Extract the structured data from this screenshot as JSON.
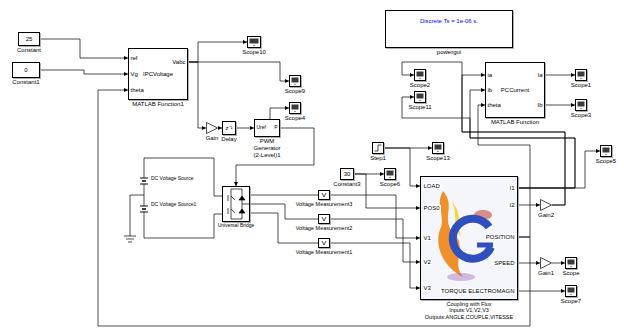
{
  "diagram": {
    "nodes": [
      {
        "text": [
          "25",
          "Constant"
        ]
      },
      {
        "text": [
          "0",
          "Constant1"
        ]
      },
      {
        "text": [
          "ref",
          "Vg",
          "theta",
          "Vabc",
          "IPCVoltage",
          "MATLAB Function1"
        ]
      },
      {
        "text": [
          "Scope10"
        ]
      },
      {
        "text": [
          "Scope9"
        ]
      },
      {
        "text": [
          "Gain"
        ]
      },
      {
        "text": [
          "z⁻¹",
          "Delay"
        ]
      },
      {
        "text": [
          "Uref",
          "P",
          "PWM Generator (2-Level)1"
        ]
      },
      {
        "text": [
          "Scope4"
        ]
      },
      {
        "text": [
          "DC Voltage Source"
        ]
      },
      {
        "text": [
          "DC Voltage Source1"
        ]
      },
      {
        "text": [
          "Universal Bridge"
        ]
      },
      {
        "text": [
          "Voltage Measurement3"
        ]
      },
      {
        "text": [
          "Voltage Measurement2"
        ]
      },
      {
        "text": [
          "Voltage Measurement1"
        ]
      },
      {
        "text": [
          "Discrete Ts = 1e-06 s.",
          "powergui"
        ]
      },
      {
        "text": [
          "ia",
          "ib",
          "theta",
          "Ia",
          "Ib",
          "PCCurrent",
          "MATLAB Function"
        ]
      },
      {
        "text": [
          "Scope2"
        ]
      },
      {
        "text": [
          "Scope11"
        ]
      },
      {
        "text": [
          "Scope1"
        ]
      },
      {
        "text": [
          "Scope3"
        ]
      },
      {
        "text": [
          "Step1"
        ]
      },
      {
        "text": [
          "Scope13"
        ]
      },
      {
        "text": [
          "30",
          "Constant3"
        ]
      },
      {
        "text": [
          "Scope6"
        ]
      },
      {
        "text": [
          "LOAD",
          "POS0",
          "V1",
          "V2",
          "V3",
          "I1",
          "I2",
          "POSITION",
          "SPEED",
          "TORQUE ELECTROMAGN",
          "Coupling with Flux",
          "Inputs:V1,V2,V3",
          "Outputs:ANGLE,COUPLE,VITESSE"
        ]
      },
      {
        "text": [
          "Gain2"
        ]
      },
      {
        "text": [
          "Gain1"
        ]
      },
      {
        "text": [
          "Scope5"
        ]
      },
      {
        "text": [
          "Scope"
        ]
      },
      {
        "text": [
          "Scope7"
        ]
      }
    ],
    "edges": [
      {
        "from": 0,
        "to": 2,
        "arrow": "to"
      },
      {
        "from": 1,
        "to": 2,
        "arrow": "to"
      },
      {
        "from": 2,
        "to": 3,
        "arrow": "to"
      },
      {
        "from": 2,
        "to": 4,
        "arrow": "to"
      },
      {
        "from": 2,
        "to": 5,
        "arrow": "to"
      },
      {
        "from": 5,
        "to": 6,
        "arrow": "to"
      },
      {
        "from": 6,
        "to": 7,
        "arrow": "to"
      },
      {
        "from": 7,
        "to": 8,
        "arrow": "to"
      },
      {
        "from": 7,
        "to": 11,
        "arrow": "to"
      },
      {
        "from": 9,
        "to": 11,
        "arrow": "none"
      },
      {
        "from": 10,
        "to": 11,
        "arrow": "none"
      },
      {
        "from": 11,
        "to": 12,
        "arrow": "none"
      },
      {
        "from": 11,
        "to": 13,
        "arrow": "none"
      },
      {
        "from": 11,
        "to": 14,
        "arrow": "none"
      },
      {
        "from": 12,
        "to": 25,
        "arrow": "to"
      },
      {
        "from": 13,
        "to": 25,
        "arrow": "to"
      },
      {
        "from": 14,
        "to": 25,
        "arrow": "to"
      },
      {
        "from": 21,
        "to": 22,
        "arrow": "to"
      },
      {
        "from": 21,
        "to": 25,
        "arrow": "to"
      },
      {
        "from": 23,
        "to": 24,
        "arrow": "to"
      },
      {
        "from": 23,
        "to": 25,
        "arrow": "to"
      },
      {
        "from": 25,
        "to": 16,
        "arrow": "to"
      },
      {
        "from": 25,
        "to": 28,
        "arrow": "to"
      },
      {
        "from": 25,
        "to": 18,
        "arrow": "to"
      },
      {
        "from": 25,
        "to": 26,
        "arrow": "to"
      },
      {
        "from": 26,
        "to": 16,
        "arrow": "to"
      },
      {
        "from": 26,
        "to": 17,
        "arrow": "to"
      },
      {
        "from": 25,
        "to": 16,
        "arrow": "to"
      },
      {
        "from": 25,
        "to": 2,
        "arrow": "to"
      },
      {
        "from": 25,
        "to": 27,
        "arrow": "to"
      },
      {
        "from": 27,
        "to": 29,
        "arrow": "to"
      },
      {
        "from": 25,
        "to": 30,
        "arrow": "to"
      },
      {
        "from": 16,
        "to": 19,
        "arrow": "to"
      },
      {
        "from": 16,
        "to": 20,
        "arrow": "to"
      }
    ]
  }
}
